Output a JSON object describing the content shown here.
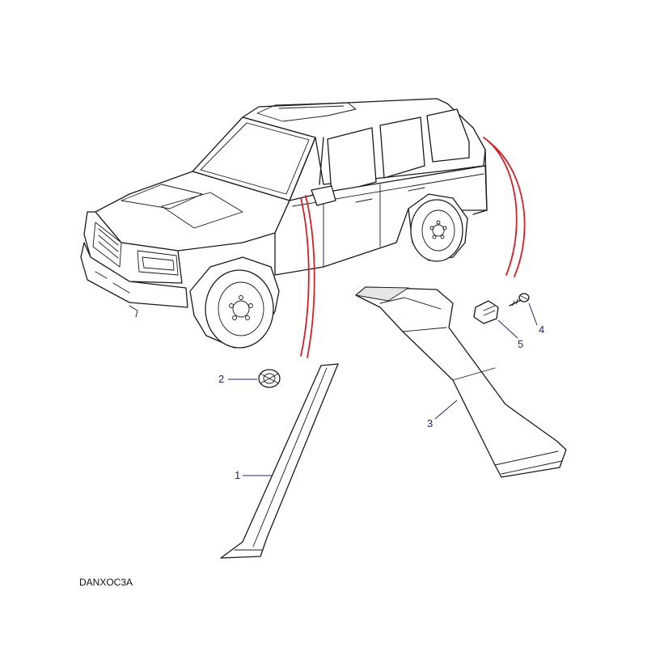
{
  "diagram": {
    "drawing_code": "DANXOC3A",
    "callouts": [
      {
        "label": "1",
        "part": "pillar-trim-front"
      },
      {
        "label": "2",
        "part": "clip"
      },
      {
        "label": "3",
        "part": "pillar-trim-rear"
      },
      {
        "label": "4",
        "part": "screw"
      },
      {
        "label": "5",
        "part": "retainer"
      }
    ],
    "colors": {
      "leader_lines": "#d0212a",
      "callout_text": "#1f2a6b",
      "linework": "#1a1a1a"
    }
  }
}
